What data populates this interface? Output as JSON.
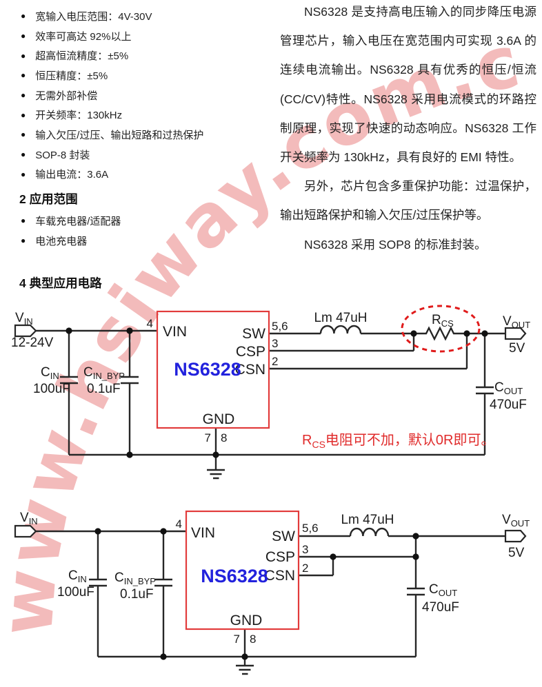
{
  "watermark": {
    "text": "www.hsiway.com.cn",
    "color": "#e46868"
  },
  "glyphs": {
    "bullet": "●"
  },
  "features": {
    "items": [
      "宽输入电压范围：4V-30V",
      "效率可高达 92%以上",
      "超高恒流精度：±5%",
      "恒压精度：±5%",
      "无需外部补偿",
      "开关频率：130kHz",
      "输入欠压/过压、输出短路和过热保护",
      "SOP-8 封装",
      "输出电流：3.6A"
    ]
  },
  "sections": {
    "applications_title": "2 应用范围",
    "circuit_title": "4 典型应用电路"
  },
  "applications": {
    "items": [
      "车载充电器/适配器",
      "电池充电器"
    ]
  },
  "description": {
    "p1": "NS6328 是支持高电压输入的同步降压电源管理芯片，输入电压在宽范围内可实现 3.6A 的连续电流输出。NS6328 具有优秀的恒压/恒流(CC/CV)特性。NS6328 采用电流模式的环路控制原理，实现了快速的动态响应。NS6328 工作开关频率为 130kHz，具有良好的 EMI 特性。",
    "p2": "另外，芯片包含多重保护功能：过温保护，输出短路保护和输入欠压/过压保护等。",
    "p3": "NS6328 采用 SOP8 的标准封装。"
  },
  "colors": {
    "chip_border": "#e23b3b",
    "chip_name": "#2222dd",
    "note_red": "#e02b2b",
    "wire": "#262626"
  },
  "circuit1": {
    "vin_main": "V",
    "vin_sub": "IN",
    "vin_voltage": "12-24V",
    "cin_main": "C",
    "cin_sub": "IN",
    "cin_value": "100uF",
    "cinbyp_main": "C",
    "cinbyp_sub": "IN_BYP",
    "cinbyp_value": "0.1uF",
    "chip_name": "NS6328",
    "pin_vin": "VIN",
    "pin_sw": "SW",
    "pin_csp": "CSP",
    "pin_csn": "CSN",
    "pin_gnd": "GND",
    "num_vin": "4",
    "num_sw": "5,6",
    "num_csp": "3",
    "num_csn": "2",
    "num_gnd_l": "7",
    "num_gnd_r": "8",
    "inductor": "Lm 47uH",
    "rcs_main": "R",
    "rcs_sub": "CS",
    "vout_main": "V",
    "vout_sub": "OUT",
    "vout_voltage": "5V",
    "cout_main": "C",
    "cout_sub": "OUT",
    "cout_value": "470uF",
    "note_r": "R",
    "note_r_sub": "CS",
    "note_text": "电阻可不加，默认0R即可。"
  },
  "circuit2": {
    "vin_main": "V",
    "vin_sub": "IN",
    "cin_main": "C",
    "cin_sub": "IN",
    "cin_value": "100uF",
    "cinbyp_main": "C",
    "cinbyp_sub": "IN_BYP",
    "cinbyp_value": "0.1uF",
    "chip_name": "NS6328",
    "pin_vin": "VIN",
    "pin_sw": "SW",
    "pin_csp": "CSP",
    "pin_csn": "CSN",
    "pin_gnd": "GND",
    "num_vin": "4",
    "num_sw": "5,6",
    "num_csp": "3",
    "num_csn": "2",
    "num_gnd_l": "7",
    "num_gnd_r": "8",
    "inductor": "Lm 47uH",
    "vout_main": "V",
    "vout_sub": "OUT",
    "vout_voltage": "5V",
    "cout_main": "C",
    "cout_sub": "OUT",
    "cout_value": "470uF"
  }
}
